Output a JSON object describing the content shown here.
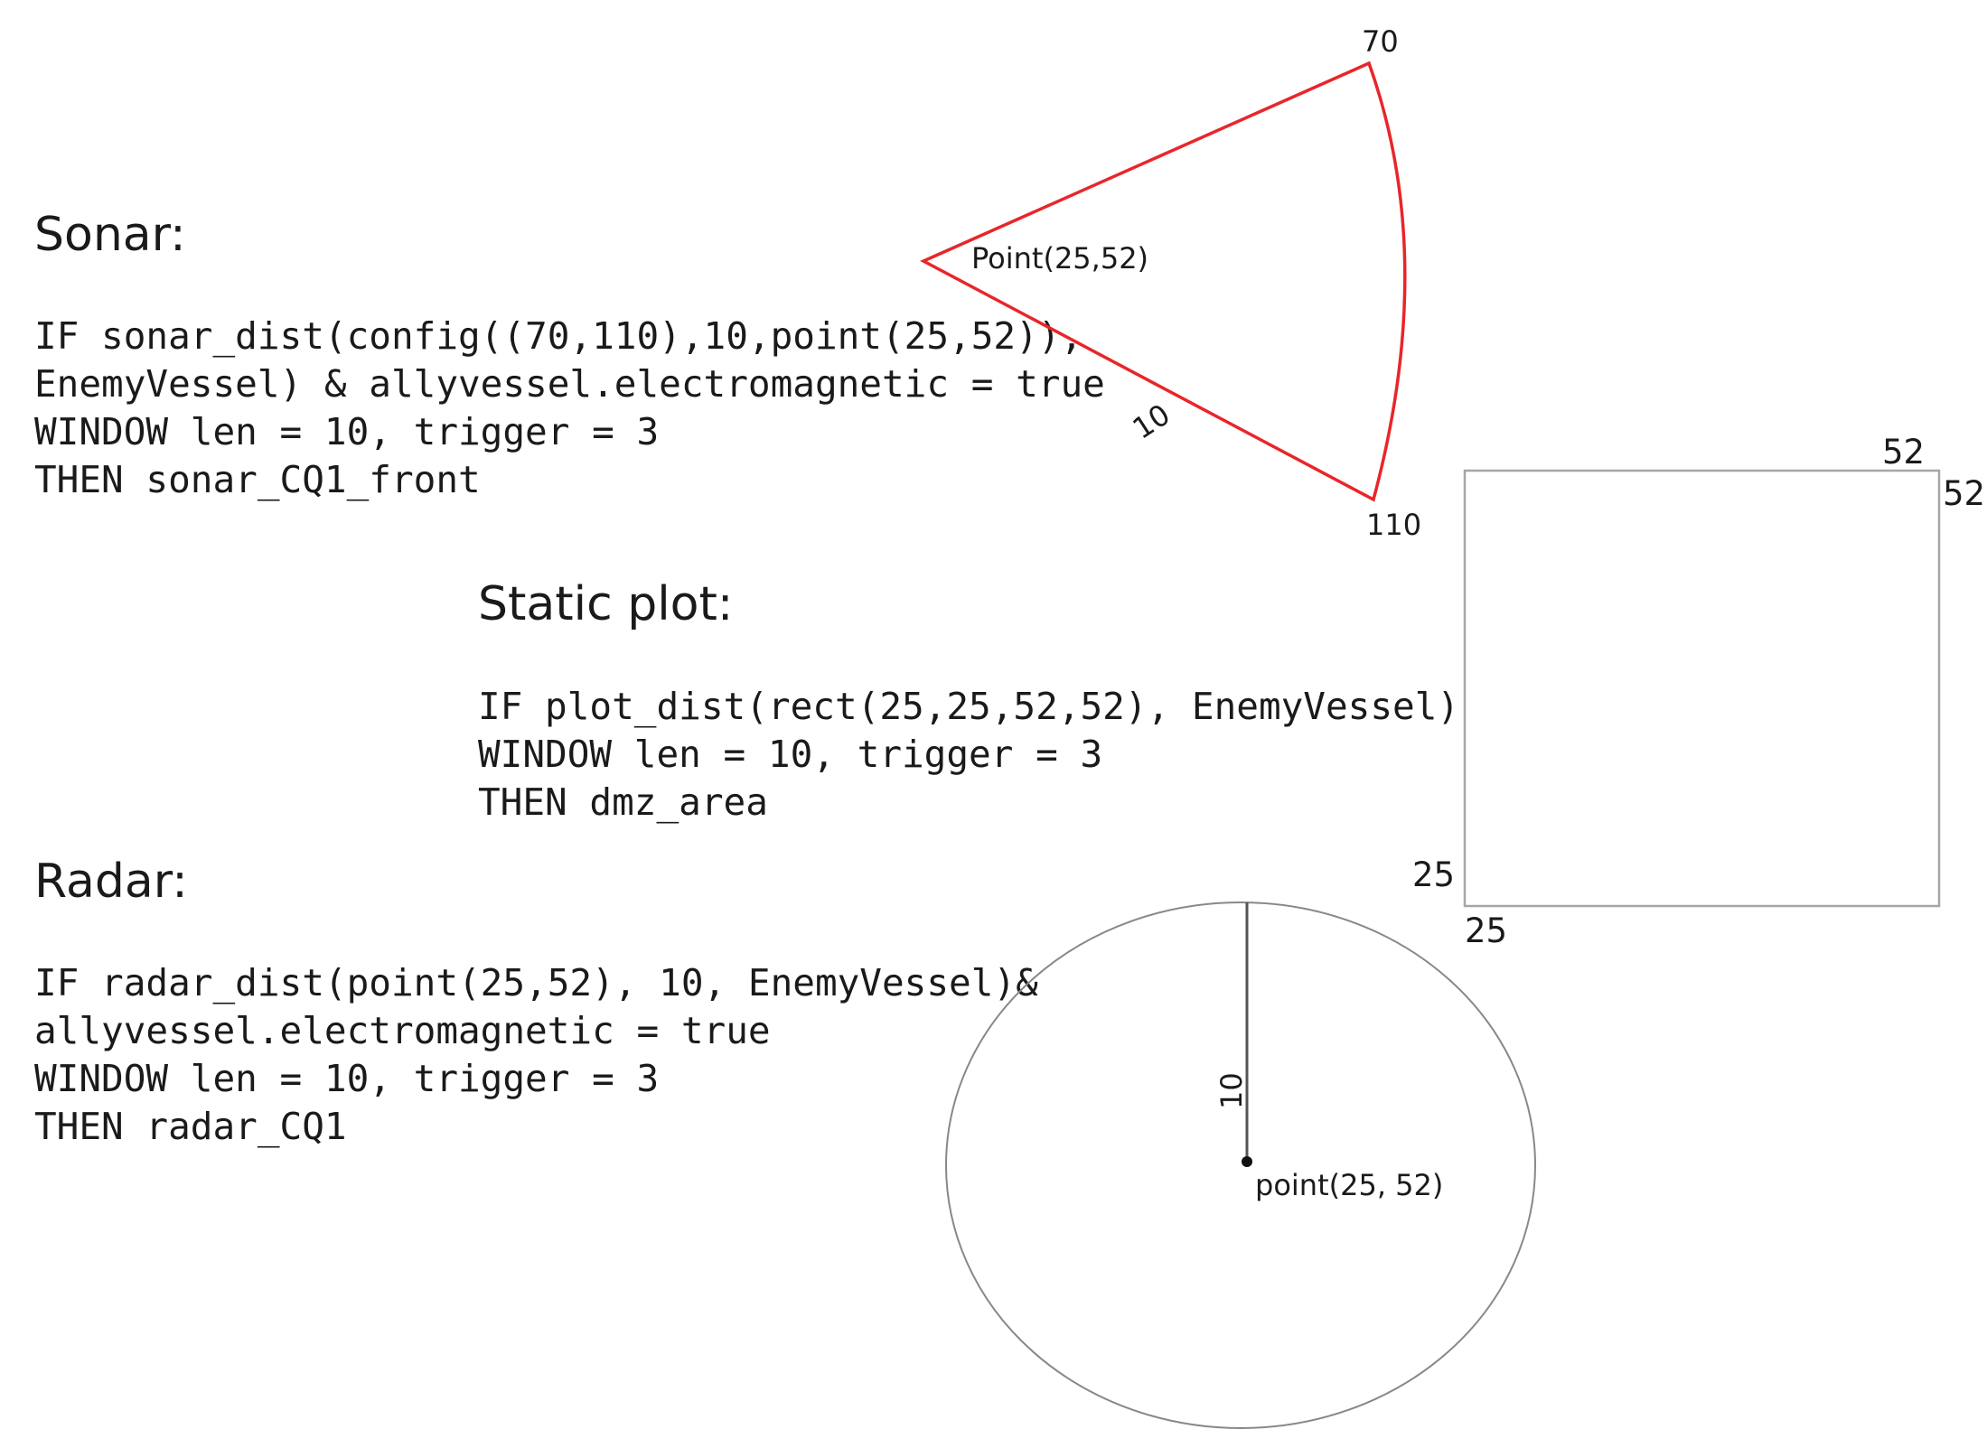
{
  "sonar": {
    "heading": "Sonar:",
    "code": [
      "IF sonar_dist(config((70,110),10,point(25,52)),",
      "EnemyVessel) & allyvessel.electromagnetic = true",
      "WINDOW len = 10, trigger = 3",
      "THEN sonar_CQ1_front"
    ],
    "diagram": {
      "color": "#e8262a",
      "label_top": "70",
      "label_bottom": "110",
      "label_apex": "Point(25,52)",
      "label_radius": "10"
    }
  },
  "static_plot": {
    "heading": "Static plot:",
    "code": [
      "IF plot_dist(rect(25,25,52,52), EnemyVessel)",
      "WINDOW len = 10, trigger = 3",
      "THEN dmz_area"
    ],
    "diagram": {
      "color": "#a6a6a6",
      "label_top": "52",
      "label_right": "52",
      "label_left": "25",
      "label_bottom": "25"
    }
  },
  "radar": {
    "heading": "Radar:",
    "code": [
      "IF radar_dist(point(25,52), 10, EnemyVessel)&",
      "allyvessel.electromagnetic = true",
      "WINDOW len = 10, trigger = 3",
      "THEN radar_CQ1"
    ],
    "diagram": {
      "circle_color": "#888888",
      "radius_color": "#555555",
      "label_radius": "10",
      "label_center": "point(25, 52)"
    }
  }
}
